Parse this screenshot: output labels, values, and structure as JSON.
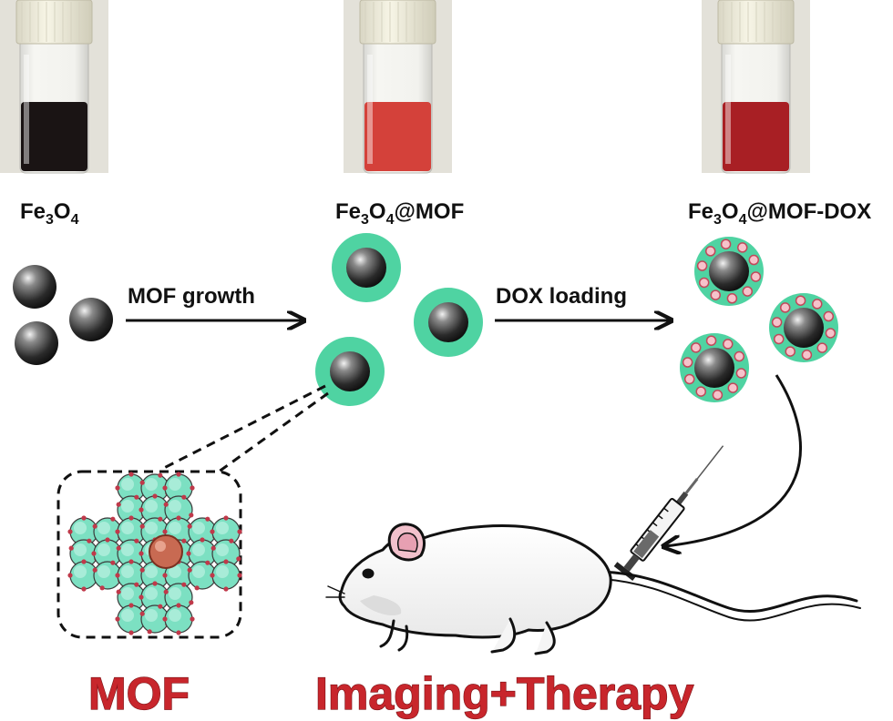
{
  "labels": {
    "fe3o4": {
      "base": "Fe",
      "sub1": "3",
      "mid": "O",
      "sub2": "4",
      "suffix": ""
    },
    "fe3o4_mof": {
      "base": "Fe",
      "sub1": "3",
      "mid": "O",
      "sub2": "4",
      "suffix": "@MOF"
    },
    "fe3o4_mof_dox": {
      "base": "Fe",
      "sub1": "3",
      "mid": "O",
      "sub2": "4",
      "suffix": "@MOF-DOX"
    }
  },
  "steps": {
    "mof_growth": "MOF growth",
    "dox_loading": "DOX loading"
  },
  "captions": {
    "mof": "MOF",
    "imaging_therapy": "Imaging+Therapy"
  },
  "vials": [
    {
      "name": "fe3o4-vial",
      "liquid_color": "#1a1414"
    },
    {
      "name": "fe3o4-mof-vial",
      "liquid_color": "#d4413a"
    },
    {
      "name": "fe3o4-mof-dox-vial",
      "liquid_color": "#a81f24"
    }
  ],
  "colors": {
    "mof_shell": "#4fd3a2",
    "core": "#2b2b2b",
    "dox_dot": "#f6c3cb",
    "caption_red": "#c8262c"
  }
}
